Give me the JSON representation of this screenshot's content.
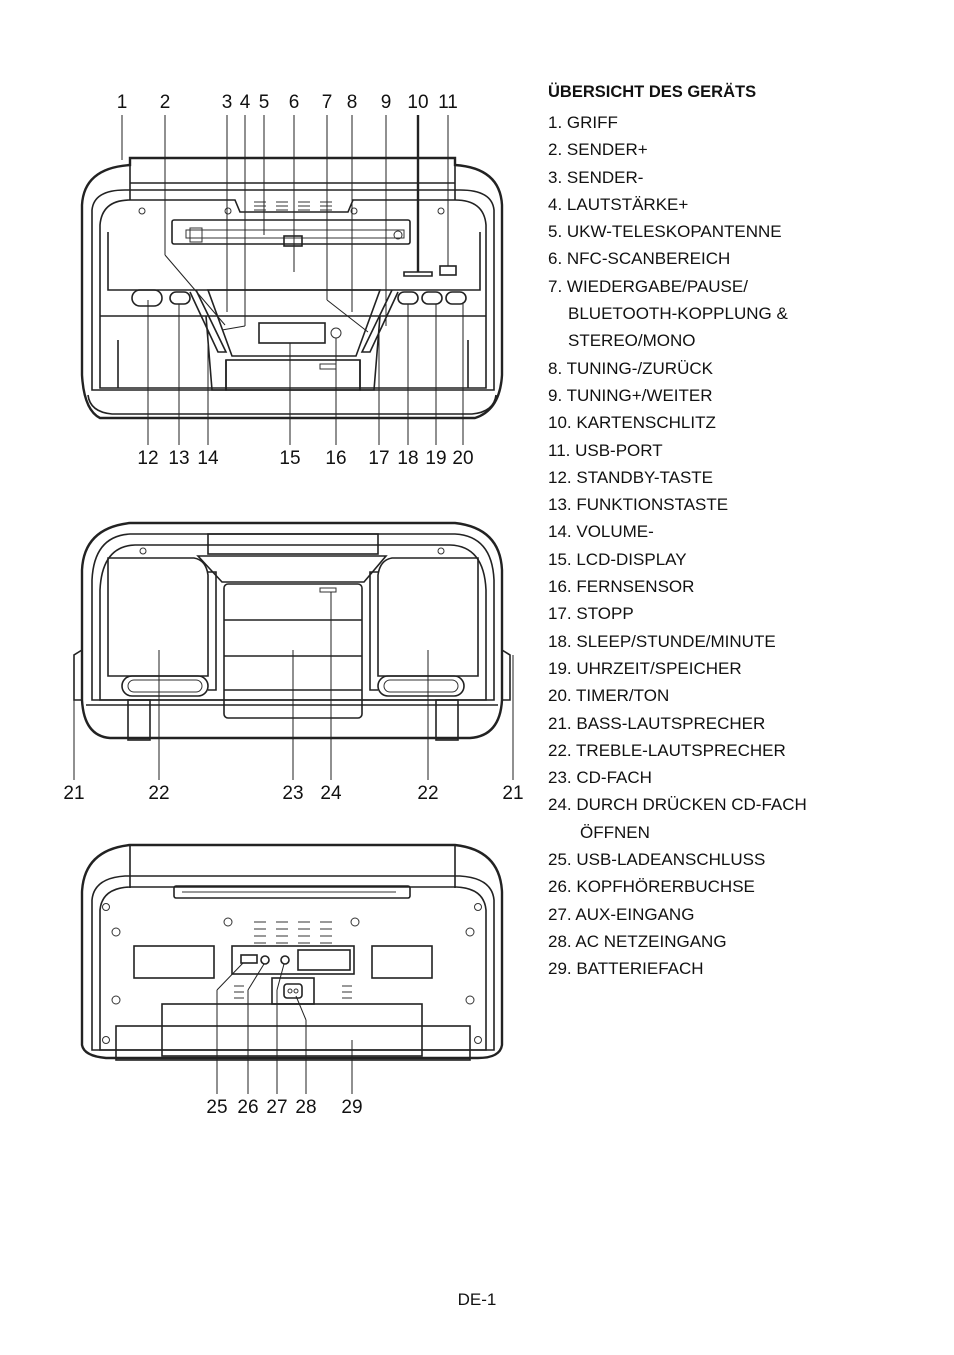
{
  "legend": {
    "title": "ÜBERSICHT DES GERÄTS",
    "items": [
      {
        "label": "1. GRIFF"
      },
      {
        "label": "2. SENDER+"
      },
      {
        "label": "3. SENDER-"
      },
      {
        "label": "4. LAUTSTÄRKE+"
      },
      {
        "label": "5. UKW-TELESKOPANTENNE"
      },
      {
        "label": "6. NFC-SCANBEREICH"
      },
      {
        "label": "7. WIEDERGABE/PAUSE/",
        "cont": [
          "BLUETOOTH-KOPPLUNG &",
          "STEREO/MONO"
        ]
      },
      {
        "label": "8. TUNING-/ZURÜCK"
      },
      {
        "label": "9. TUNING+/WEITER"
      },
      {
        "label": "10. KARTENSCHLITZ"
      },
      {
        "label": "11. USB-PORT"
      },
      {
        "label": "12. STANDBY-TASTE"
      },
      {
        "label": "13. FUNKTIONSTASTE"
      },
      {
        "label": "14. VOLUME-"
      },
      {
        "label": "15. LCD-DISPLAY"
      },
      {
        "label": "16. FERNSENSOR"
      },
      {
        "label": "17. STOPP"
      },
      {
        "label": "18. SLEEP/STUNDE/MINUTE"
      },
      {
        "label": "19. UHRZEIT/SPEICHER"
      },
      {
        "label": "20. TIMER/TON"
      },
      {
        "label": "21. BASS-LAUTSPRECHER"
      },
      {
        "label": "22. TREBLE-LAUTSPRECHER"
      },
      {
        "label": "23. CD-FACH"
      },
      {
        "label": "24. DURCH DRÜCKEN CD-FACH",
        "cont2": [
          "ÖFFNEN"
        ]
      },
      {
        "label": "25. USB-LADEANSCHLUSS"
      },
      {
        "label": "26. KOPFHÖRERBUCHSE"
      },
      {
        "label": "27. AUX-EINGANG"
      },
      {
        "label": "28. AC NETZEINGANG"
      },
      {
        "label": "29. BATTERIEFACH"
      }
    ]
  },
  "diagram": {
    "top_labels": [
      "1",
      "2",
      "3",
      "4",
      "5",
      "6",
      "7",
      "8",
      "9",
      "10",
      "11"
    ],
    "bottom_labels": [
      "12",
      "13",
      "14",
      "15",
      "16",
      "17",
      "18",
      "19",
      "20"
    ],
    "back_labels": [
      "21",
      "22",
      "23",
      "24",
      "22",
      "21"
    ],
    "rear_labels": [
      "25",
      "26",
      "27",
      "28",
      "29"
    ]
  },
  "footer": {
    "page": "DE-1"
  }
}
